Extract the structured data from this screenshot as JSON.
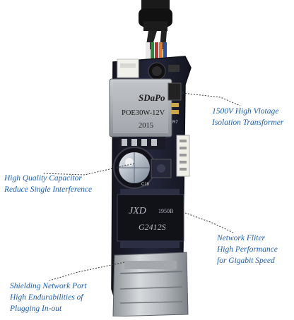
{
  "board": {
    "transformer_brand": "SDaPo",
    "transformer_model": "POE30W-12V",
    "transformer_date": "2015",
    "lan_chip_brand": "JXD",
    "lan_chip_code": "1950B",
    "lan_chip_model": "G2412S",
    "silk_c18": "C18",
    "silk_r7": "R7"
  },
  "callouts": {
    "isolation": {
      "line1": "1500V High Vlotage",
      "line2": "Isolation Transformer"
    },
    "capacitor": {
      "line1": "High Quality Capacitor",
      "line2": "Reduce Single Interference"
    },
    "network": {
      "line1": "Network Fliter",
      "line2": "High Performance",
      "line3": "for Gigabit Speed"
    },
    "port": {
      "line1": "Shielding Network Port",
      "line2": "High Endurabilities of",
      "line3": "Plugging In-out"
    }
  },
  "colors": {
    "callout_text": "#1e5fae",
    "pcb": "#1b1d2b",
    "leader_line": "#333333"
  }
}
